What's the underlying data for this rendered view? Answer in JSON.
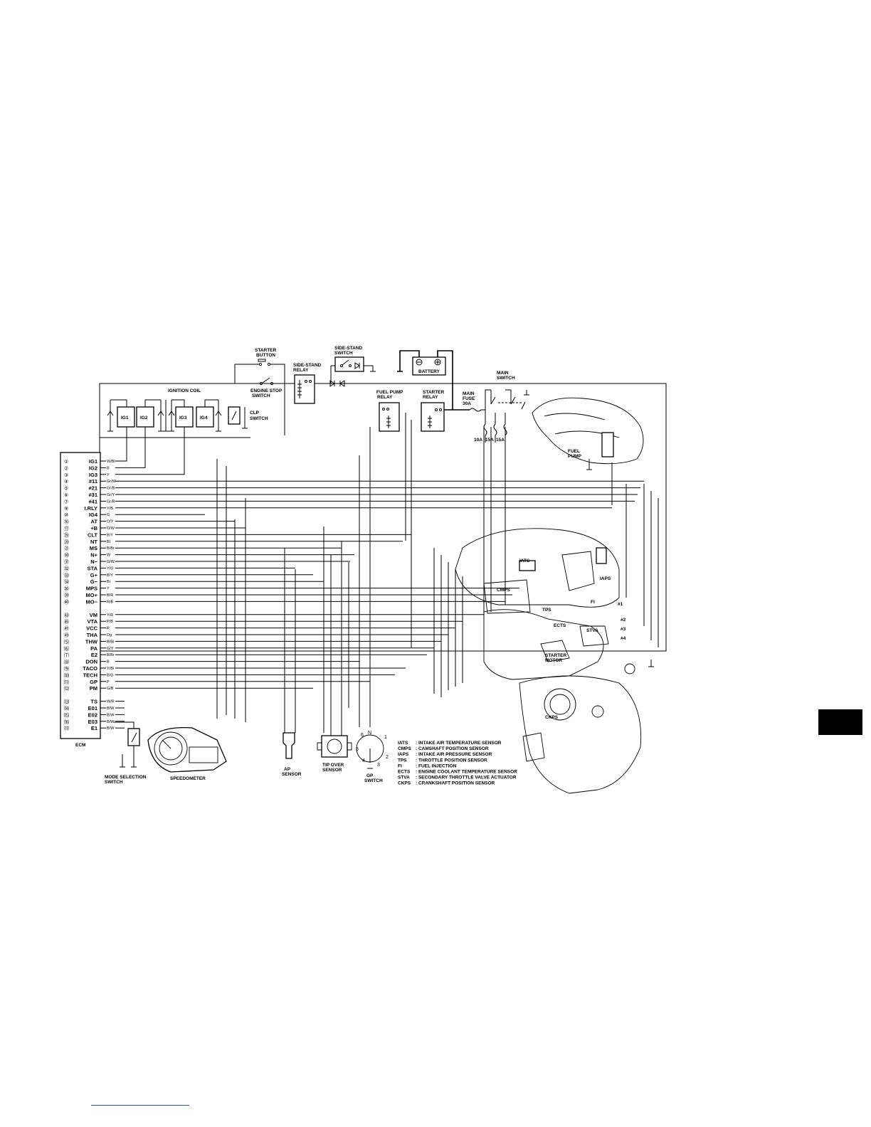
{
  "labels": {
    "starter_button": [
      "STARTER",
      "BUTTON"
    ],
    "side_stand_switch": [
      "SIDE-STAND",
      "SWITCH"
    ],
    "battery": "BATTERY",
    "side_stand_relay": [
      "SIDE-STAND",
      "RELAY"
    ],
    "ignition_coil": "IGNITION COIL",
    "engine_stop_switch": [
      "ENGINE STOP",
      "SWITCH"
    ],
    "clp_switch": [
      "CLP",
      "SWITCH"
    ],
    "fuel_pump_relay": [
      "FUEL PUMP",
      "RELAY"
    ],
    "starter_relay": [
      "STARTER",
      "RELAY"
    ],
    "main_fuse": [
      "MAIN",
      "FUSE",
      "30A"
    ],
    "main_switch": [
      "MAIN",
      "SWITCH"
    ],
    "fuses": [
      "10A",
      "15A",
      "15A"
    ],
    "fuel_pump": [
      "FUEL",
      "PUMP"
    ],
    "coils": [
      "IG1",
      "IG2",
      "IG3",
      "IG4"
    ],
    "ecm": "ECM",
    "iats": "IATS",
    "iaps": "IAPS",
    "cmps": "CMPS",
    "tps": "TPS",
    "fi": "FI",
    "ects": "ECTS",
    "stva": "STVA",
    "ckps": "CKPS",
    "starter_motor": [
      "STARTER",
      "MOTOR"
    ],
    "injectors": [
      "#1",
      "#2",
      "#3",
      "#4"
    ],
    "mode_selection_switch": [
      "MODE SELECTION",
      "SWITCH"
    ],
    "speedometer": "SPEEDOMETER",
    "ap_sensor": [
      "AP",
      "SENSOR"
    ],
    "tip_over_sensor": [
      "TIP OVER",
      "SENSOR"
    ],
    "gp_switch": [
      "GP",
      "SWITCH"
    ],
    "gp_positions": [
      "N",
      "1",
      "2",
      "3",
      "4",
      "5",
      "6"
    ]
  },
  "ecm_pins": [
    {
      "num": "①",
      "name": "IG1",
      "wire": "W/Bl"
    },
    {
      "num": "②",
      "name": "IG2",
      "wire": "B"
    },
    {
      "num": "③",
      "name": "IG3",
      "wire": "Y"
    },
    {
      "num": "④",
      "name": "#11",
      "wire": "Gr/W"
    },
    {
      "num": "⑤",
      "name": "#21",
      "wire": "Gr/B"
    },
    {
      "num": "⑥",
      "name": "#31",
      "wire": "Gr/Y"
    },
    {
      "num": "⑦",
      "name": "#41",
      "wire": "Gr/R"
    },
    {
      "num": "⑨",
      "name": "I.RLY",
      "wire": "Y/B"
    },
    {
      "num": "⑩",
      "name": "IG4",
      "wire": "G"
    },
    {
      "num": "⑯",
      "name": "AT",
      "wire": "O/Y"
    },
    {
      "num": "⑰",
      "name": "+B",
      "wire": "O/W"
    },
    {
      "num": "⑲",
      "name": "CLT",
      "wire": "B/Y"
    },
    {
      "num": "⑳",
      "name": "NT",
      "wire": "Bl"
    },
    {
      "num": "㉑",
      "name": "MS",
      "wire": "B/Br"
    },
    {
      "num": "㉚",
      "name": "N+",
      "wire": "W"
    },
    {
      "num": "㉛",
      "name": "N−",
      "wire": "G/W"
    },
    {
      "num": "㉜",
      "name": "STA",
      "wire": "Y/G"
    },
    {
      "num": "㉝",
      "name": "G+",
      "wire": "B/Y"
    },
    {
      "num": "㉞",
      "name": "G−",
      "wire": "Br"
    },
    {
      "num": "㊱",
      "name": "MPS",
      "wire": "Y"
    },
    {
      "num": "㊴",
      "name": "MO+",
      "wire": "B/R"
    },
    {
      "num": "㊵",
      "name": "MO−",
      "wire": "R/B"
    },
    {
      "num": "㊸",
      "name": "VM",
      "wire": "Y/R"
    },
    {
      "num": "㊻",
      "name": "VTA",
      "wire": "P/B"
    },
    {
      "num": "㊼",
      "name": "VCC",
      "wire": "R"
    },
    {
      "num": "㊾",
      "name": "THA",
      "wire": "Dg"
    },
    {
      "num": "⑸",
      "name": "THW",
      "wire": "B/Bl"
    },
    {
      "num": "⑹",
      "name": "PA",
      "wire": "G/Y"
    },
    {
      "num": "⑺",
      "name": "E2",
      "wire": "B/Br"
    },
    {
      "num": "⑻",
      "name": "DON",
      "wire": "B"
    },
    {
      "num": "⑼",
      "name": "TACO",
      "wire": "Y/Bl"
    },
    {
      "num": "⑽",
      "name": "TECH",
      "wire": "B/G"
    },
    {
      "num": "⑾",
      "name": "GP",
      "wire": "P"
    },
    {
      "num": "⑿",
      "name": "PM",
      "wire": "G/B"
    },
    {
      "num": "⒀",
      "name": "TS",
      "wire": "W/R"
    },
    {
      "num": "⒁",
      "name": "E01",
      "wire": "B/W"
    },
    {
      "num": "⒂",
      "name": "E02",
      "wire": "B/W"
    },
    {
      "num": "⒃",
      "name": "E03",
      "wire": "B/W"
    },
    {
      "num": "⒄",
      "name": "E1",
      "wire": "B/W"
    }
  ],
  "legend": [
    {
      "abbr": "IATS",
      "desc": ": INTAKE AIR TEMPERATURE SENSOR"
    },
    {
      "abbr": "CMPS",
      "desc": ": CAMSHAFT POSITION SENSOR"
    },
    {
      "abbr": "IAPS",
      "desc": ": INTAKE AIR PRESSURE SENSOR"
    },
    {
      "abbr": "TPS",
      "desc": ": THROTTLE POSITION SENSOR"
    },
    {
      "abbr": "FI",
      "desc": ": FUEL INJECTION"
    },
    {
      "abbr": "ECTS",
      "desc": ": ENGINE COOLANT TEMPERATURE SENSOR"
    },
    {
      "abbr": "STVA",
      "desc": ": SECONDARY THROTTLE VALVE ACTUATOR"
    },
    {
      "abbr": "CKPS",
      "desc": ": CRANKSHAFT POSITION SENSOR"
    }
  ]
}
